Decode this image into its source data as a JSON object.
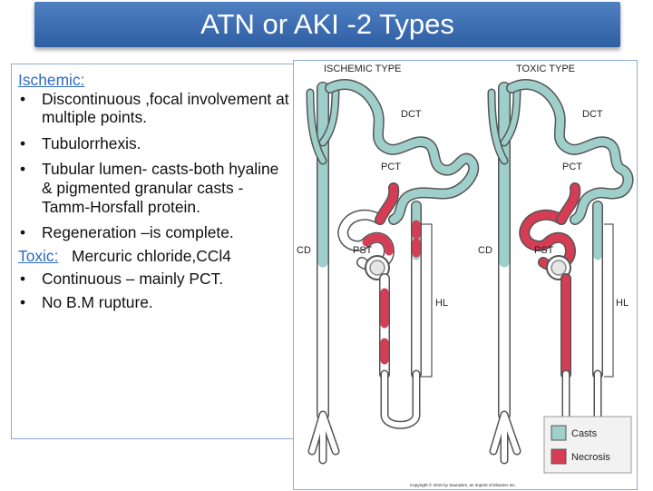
{
  "slide": {
    "title": "ATN or AKI -2 Types",
    "ischemic_label": "Ischemic:",
    "ischemic_points": [
      "Discontinuous ,focal involvement at multiple points.",
      "Tubulorrhexis.",
      "Tubular lumen- casts-both hyaline & pigmented granular casts - Tamm-Horsfall protein.",
      "Regeneration –is complete."
    ],
    "toxic_label": "Toxic:",
    "toxic_agents": "Mercuric chloride,CCl4",
    "toxic_points": [
      "Continuous – mainly PCT.",
      "No B.M rupture."
    ]
  },
  "figure": {
    "ischemic_heading": "ISCHEMIC TYPE",
    "toxic_heading": "TOXIC TYPE",
    "labels": {
      "dct": "DCT",
      "pct": "PCT",
      "cd": "CD",
      "pst": "PST",
      "hl": "HL"
    },
    "legend": {
      "casts": "Casts",
      "necrosis": "Necrosis"
    },
    "copyright": "Copyright © 2010 by Saunders, an imprint of Elsevier Inc.",
    "colors": {
      "casts": "#9fcfca",
      "necrosis": "#d63d55",
      "outline": "#555555"
    }
  }
}
